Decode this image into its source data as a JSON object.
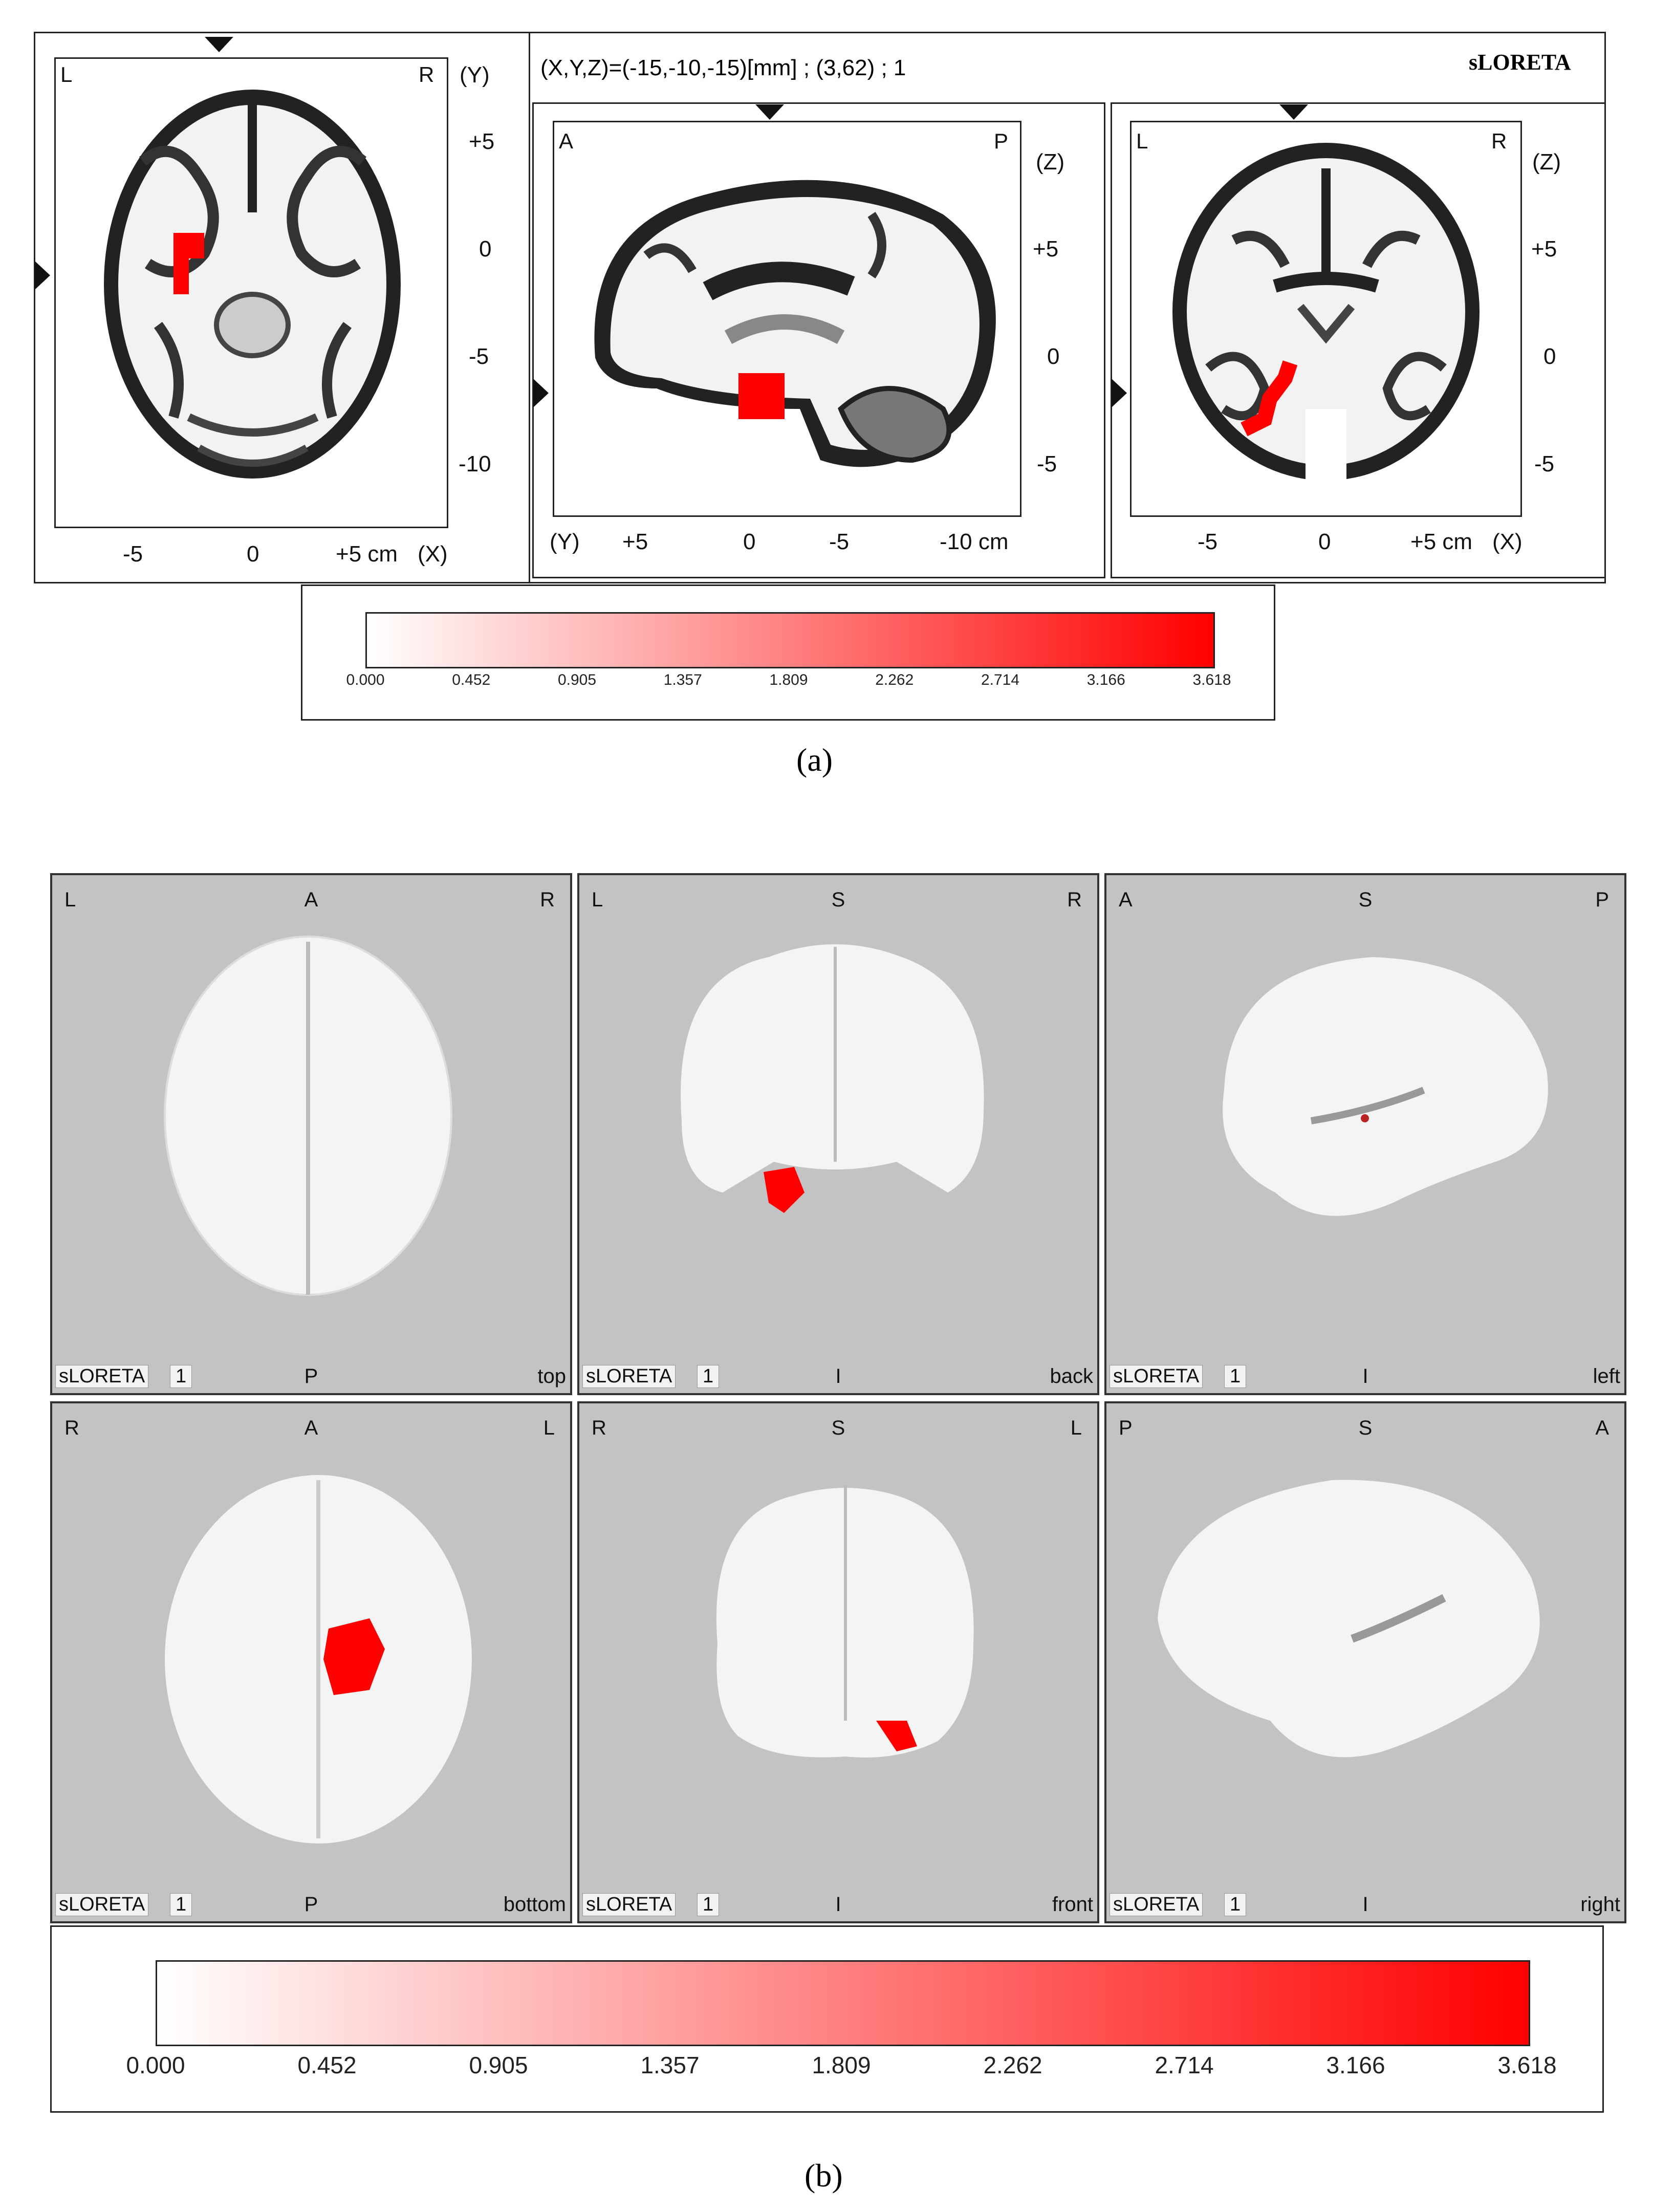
{
  "panel_a": {
    "caption": "(a)",
    "coords_text": "(X,Y,Z)=(-15,-10,-15)[mm]  ;  (3,62)  ;  1",
    "method_label": "sLORETA",
    "axial": {
      "left": "L",
      "right": "R",
      "axis_right": "(Y)",
      "ticks_right": [
        "+5",
        "0",
        "-5",
        "-10"
      ],
      "ticks_bottom": [
        "-5",
        "0",
        "+5 cm",
        "(X)"
      ]
    },
    "sagittal": {
      "left": "A",
      "right": "P",
      "axis_right": "(Z)",
      "ticks_right": [
        "+5",
        "0",
        "-5"
      ],
      "ticks_bottom": [
        "(Y)",
        "+5",
        "0",
        "-5",
        "-10 cm"
      ]
    },
    "coronal": {
      "left": "L",
      "right": "R",
      "axis_right": "(Z)",
      "ticks_right": [
        "+5",
        "0",
        "-5"
      ],
      "ticks_bottom": [
        "-5",
        "0",
        "+5 cm",
        "(X)"
      ]
    },
    "colorbar": [
      "0.000",
      "0.452",
      "0.905",
      "1.357",
      "1.809",
      "2.262",
      "2.714",
      "3.166",
      "3.618"
    ]
  },
  "panel_b": {
    "caption": "(b)",
    "views": [
      {
        "tl": "L",
        "tc": "A",
        "tr": "R",
        "bc": "P",
        "view": "top",
        "badge": "sLORETA",
        "num": "1"
      },
      {
        "tl": "L",
        "tc": "S",
        "tr": "R",
        "bc": "I",
        "view": "back",
        "badge": "sLORETA",
        "num": "1"
      },
      {
        "tl": "A",
        "tc": "S",
        "tr": "P",
        "bc": "I",
        "view": "left",
        "badge": "sLORETA",
        "num": "1"
      },
      {
        "tl": "R",
        "tc": "A",
        "tr": "L",
        "bc": "P",
        "view": "bottom",
        "badge": "sLORETA",
        "num": "1"
      },
      {
        "tl": "R",
        "tc": "S",
        "tr": "L",
        "bc": "I",
        "view": "front",
        "badge": "sLORETA",
        "num": "1"
      },
      {
        "tl": "P",
        "tc": "S",
        "tr": "A",
        "bc": "I",
        "view": "right",
        "badge": "sLORETA",
        "num": "1"
      }
    ],
    "colorbar": [
      "0.000",
      "0.452",
      "0.905",
      "1.357",
      "1.809",
      "2.262",
      "2.714",
      "3.166",
      "3.618"
    ]
  },
  "colors": {
    "activation": "#ff0000",
    "panel_bg": "#c3c3c3",
    "brain": "#f4f4f4"
  }
}
